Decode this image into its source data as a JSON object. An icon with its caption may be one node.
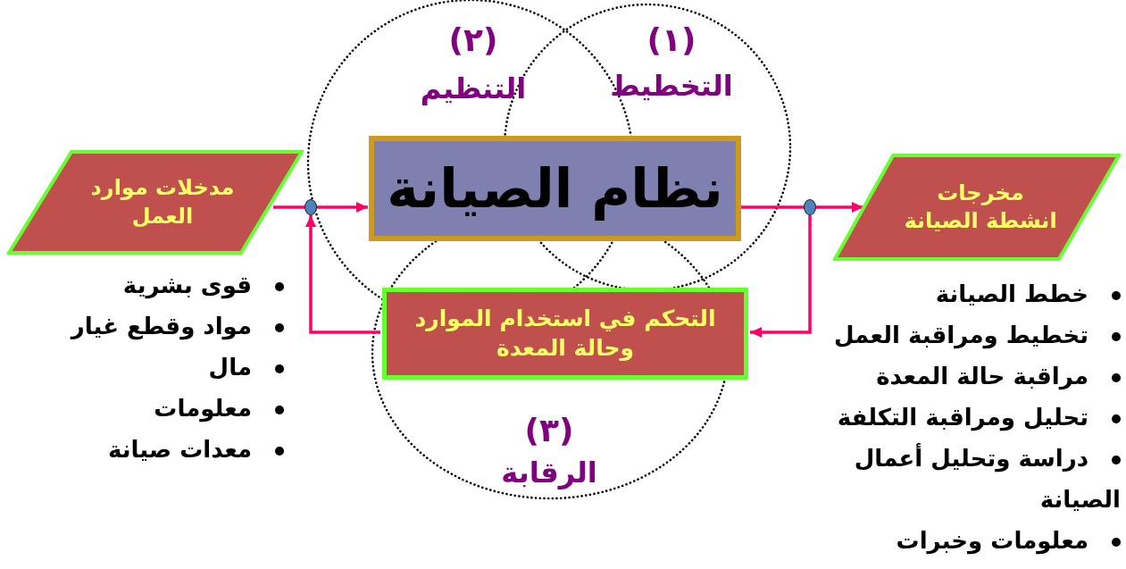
{
  "diagram": {
    "nodes": [
      {
        "text": [
          "مدخلات موارد العمل"
        ],
        "beside": [
          "قوى بشرية",
          "مواد وقطع غيار",
          "مال",
          "معلومات",
          "معدات صيانة"
        ]
      },
      {
        "text": [],
        "shape": "circle"
      },
      {
        "text": [
          "نظام الصيانة"
        ]
      },
      {
        "text": [],
        "shape": "circle"
      },
      {
        "text": [
          "مخرجات انشطة الصيانة"
        ],
        "beside": [
          "خطط الصيانة",
          "تخطيط ومراقبة العمل",
          "مراقبة حالة المعدة",
          "تحليل ومراقبة التكلفة",
          "دراسة وتحليل أعمال الصيانة",
          "معلومات وخبرات"
        ]
      },
      {
        "text": [
          "التحكم في استخدام الموارد وحالة المعدة"
        ]
      }
    ],
    "edges": [
      {
        "from": 0,
        "to": 1,
        "arrow": "none"
      },
      {
        "from": 1,
        "to": 2,
        "arrow": "to"
      },
      {
        "from": 2,
        "to": 3,
        "arrow": "none"
      },
      {
        "from": 3,
        "to": 4,
        "arrow": "to"
      },
      {
        "from": 3,
        "to": 5,
        "arrow": "to"
      },
      {
        "from": 5,
        "to": 1,
        "arrow": "to"
      }
    ],
    "labels": [
      "(١)",
      "التخطيط",
      "(٢)",
      "التنظيم",
      "(٣)",
      "الرقابة"
    ]
  }
}
